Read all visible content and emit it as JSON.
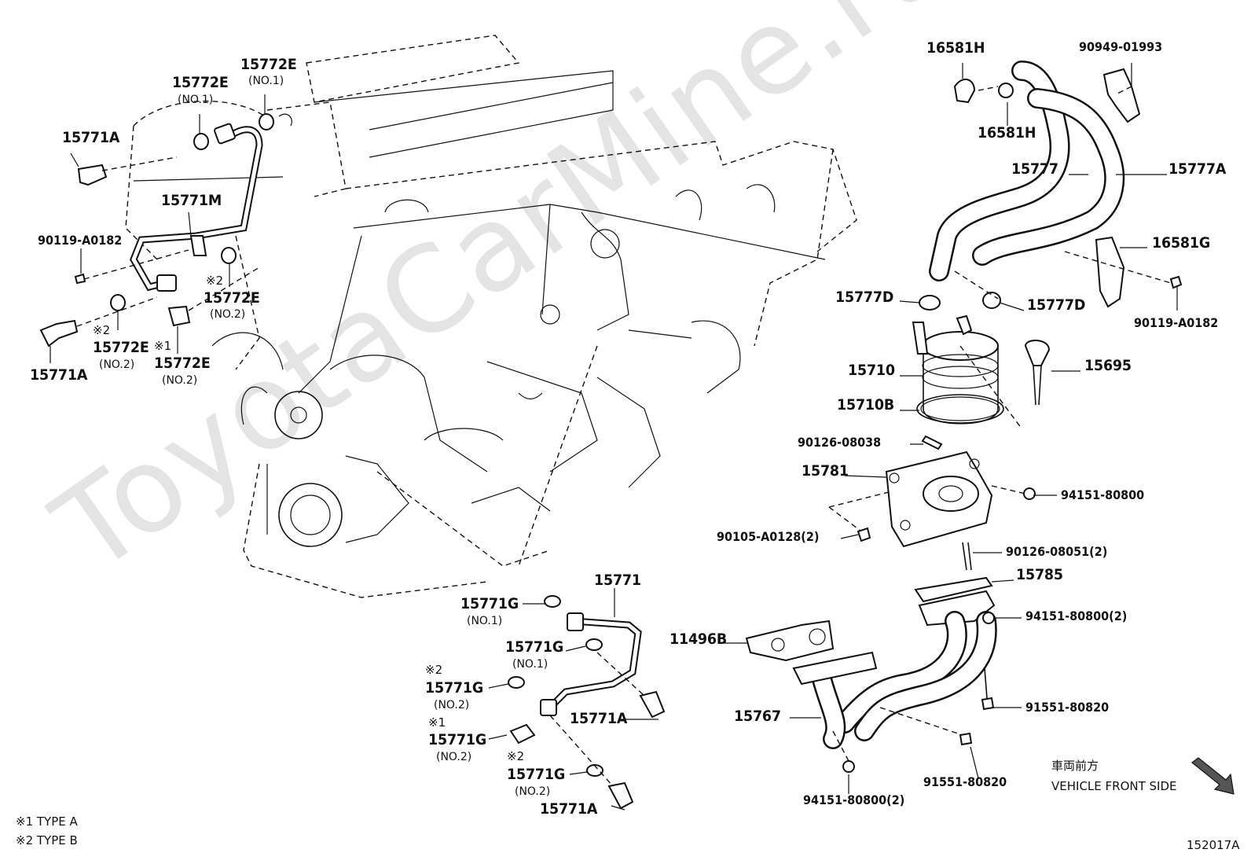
{
  "watermark": "ToyotaCarMine.ru",
  "labels": {
    "p15772E_a": "15772E",
    "p15772E_a_sub": "(NO.1)",
    "p15772E_b": "15772E",
    "p15772E_b_sub": "(NO.1)",
    "p15771A_a": "15771A",
    "p15771M": "15771M",
    "p90119_a": "90119-A0182",
    "p15772E_c_mark": "※2",
    "p15772E_c": "15772E",
    "p15772E_c_sub": "(NO.2)",
    "p15772E_d_mark": "※2",
    "p15772E_d": "15772E",
    "p15772E_d_sub": "(NO.2)",
    "p15772E_e_mark": "※1",
    "p15772E_e": "15772E",
    "p15772E_e_sub": "(NO.2)",
    "p15771A_b": "15771A",
    "p16581H_a": "16581H",
    "p16581H_b": "16581H",
    "p90949": "90949-01993",
    "p15777": "15777",
    "p15777A": "15777A",
    "p16581G": "16581G",
    "p90119_b": "90119-A0182",
    "p15777D_a": "15777D",
    "p15777D_b": "15777D",
    "p15710": "15710",
    "p15695": "15695",
    "p15710B": "15710B",
    "p90126_08038": "90126-08038",
    "p15781": "15781",
    "p94151_a": "94151-80800",
    "p90105": "90105-A0128(2)",
    "p90126_08051": "90126-08051(2)",
    "p15785": "15785",
    "p94151_b": "94151-80800(2)",
    "p11496B": "11496B",
    "p91551_a": "91551-80820",
    "p15767": "15767",
    "p91551_b": "91551-80820",
    "p94151_c": "94151-80800(2)",
    "p15771": "15771",
    "p15771G_a": "15771G",
    "p15771G_a_sub": "(NO.1)",
    "p15771G_b": "15771G",
    "p15771G_b_sub": "(NO.1)",
    "p15771G_c_mark": "※2",
    "p15771G_c": "15771G",
    "p15771G_c_sub": "(NO.2)",
    "p15771A_c": "15771A",
    "p15771G_d_mark": "※1",
    "p15771G_d": "15771G",
    "p15771G_d_sub": "(NO.2)",
    "p15771G_e_mark": "※2",
    "p15771G_e": "15771G",
    "p15771G_e_sub": "(NO.2)",
    "p15771A_d": "15771A"
  },
  "notes": {
    "type_a": "※1 TYPE A",
    "type_b": "※2 TYPE B",
    "front_jp": "車両前方",
    "front_en": "VEHICLE FRONT SIDE",
    "figure_code": "152017A"
  }
}
